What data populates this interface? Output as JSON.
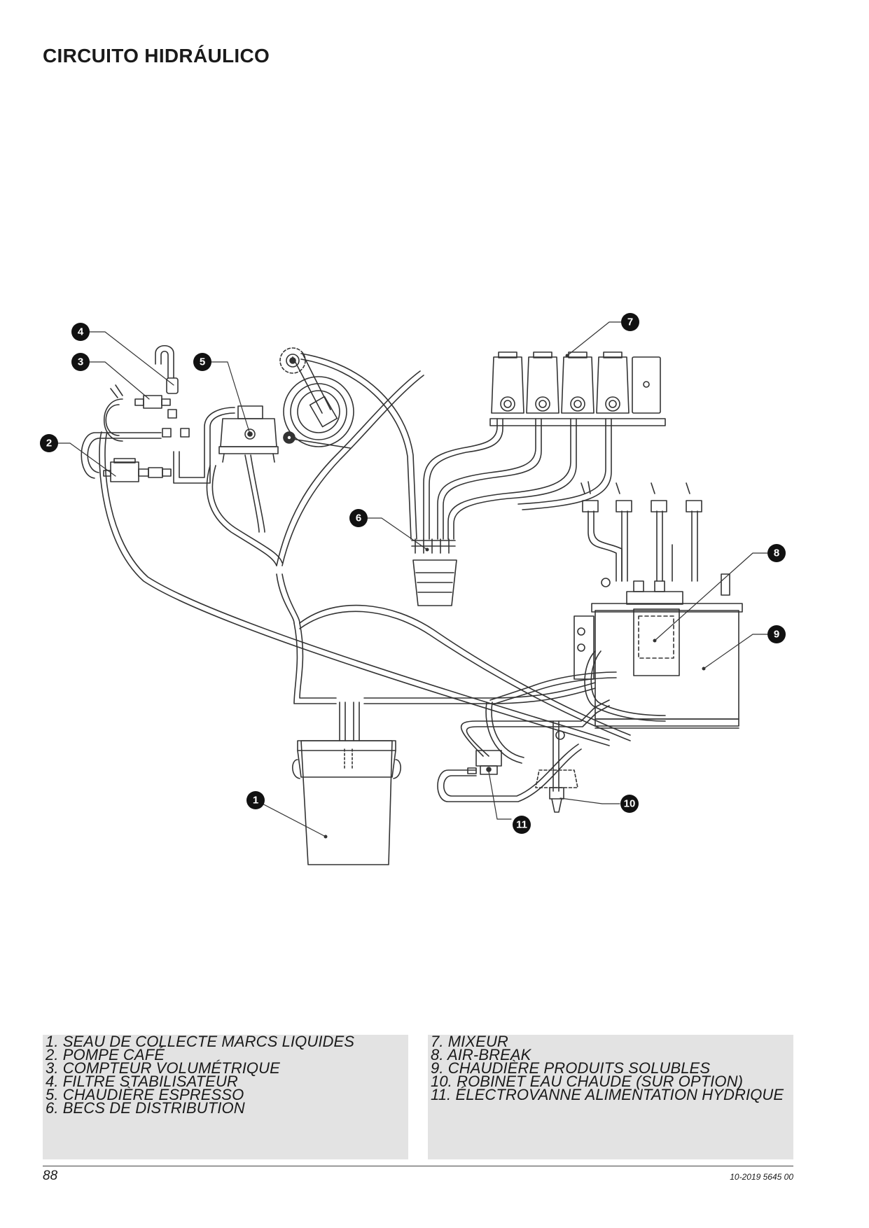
{
  "title": "CIRCUITO HIDRÁULICO",
  "callouts": [
    "1",
    "2",
    "3",
    "4",
    "5",
    "6",
    "7",
    "8",
    "9",
    "10",
    "11"
  ],
  "legend": {
    "left": [
      "1.  SEAU DE COLLECTE MARCS LIQUIDES",
      "2.  POMPE CAFÉ",
      "3.  COMPTEUR VOLUMÉTRIQUE",
      "4.  FILTRE STABILISATEUR",
      "5.  CHAUDIÈRE ESPRESSO",
      "6.  BECS DE DISTRIBUTION"
    ],
    "right": [
      "7.  MIXEUR",
      "8.  AIR-BREAK",
      "9.  CHAUDIÈRE PRODUITS SOLUBLES",
      "10.  ROBINET EAU CHAUDE (SUR OPTION)",
      "11.  ÉLECTROVANNE ALIMENTATION HYDRIQUE"
    ]
  },
  "footer": {
    "page_number": "88",
    "doc_ref": "10-2019 5645 00"
  }
}
